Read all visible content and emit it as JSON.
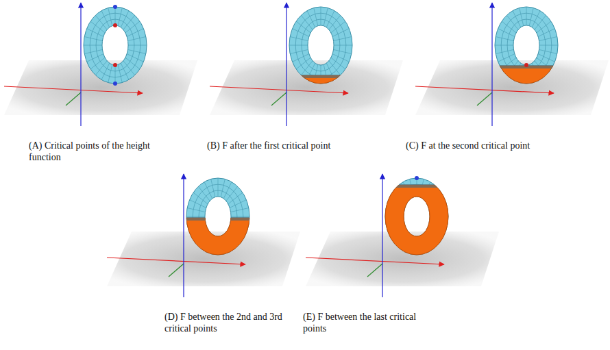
{
  "diagram": {
    "labels": [
      "(A) Critical points of the height function",
      "(B) F after the first critical point",
      "(C) F at the second critical point",
      "(D) F between the 2nd and 3rd critical points",
      "(E) F between the last critical points"
    ]
  }
}
